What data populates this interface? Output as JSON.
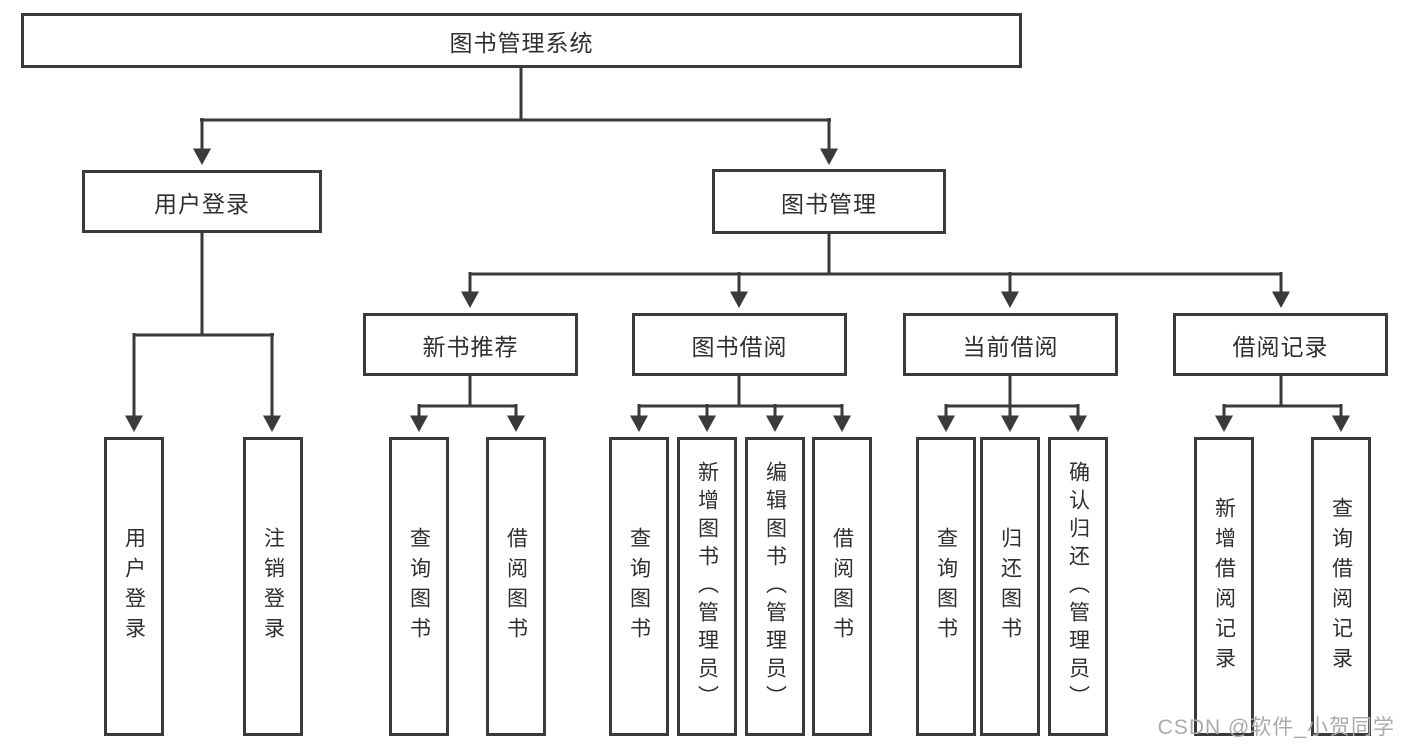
{
  "diagram": {
    "root": {
      "label": "图书管理系统"
    },
    "branches": [
      {
        "label": "用户登录",
        "children": [
          {
            "label": "用户登录"
          },
          {
            "label": "注销登录"
          }
        ]
      },
      {
        "label": "图书管理",
        "children": [
          {
            "label": "新书推荐",
            "children": [
              {
                "label": "查询图书"
              },
              {
                "label": "借阅图书"
              }
            ]
          },
          {
            "label": "图书借阅",
            "children": [
              {
                "label": "查询图书"
              },
              {
                "label": "新增图书（管理员）"
              },
              {
                "label": "编辑图书（管理员）"
              },
              {
                "label": "借阅图书"
              }
            ]
          },
          {
            "label": "当前借阅",
            "children": [
              {
                "label": "查询图书"
              },
              {
                "label": "归还图书"
              },
              {
                "label": "确认归还（管理员）"
              }
            ]
          },
          {
            "label": "借阅记录",
            "children": [
              {
                "label": "新增借阅记录"
              },
              {
                "label": "查询借阅记录"
              }
            ]
          }
        ]
      }
    ],
    "watermark": "CSDN @软件_小贺同学"
  },
  "colors": {
    "line": "#3a3a3a",
    "box_border": "#3a3a3a",
    "box_fill": "#ffffff",
    "text": "#2f2f2f",
    "watermark": "#ababab"
  }
}
